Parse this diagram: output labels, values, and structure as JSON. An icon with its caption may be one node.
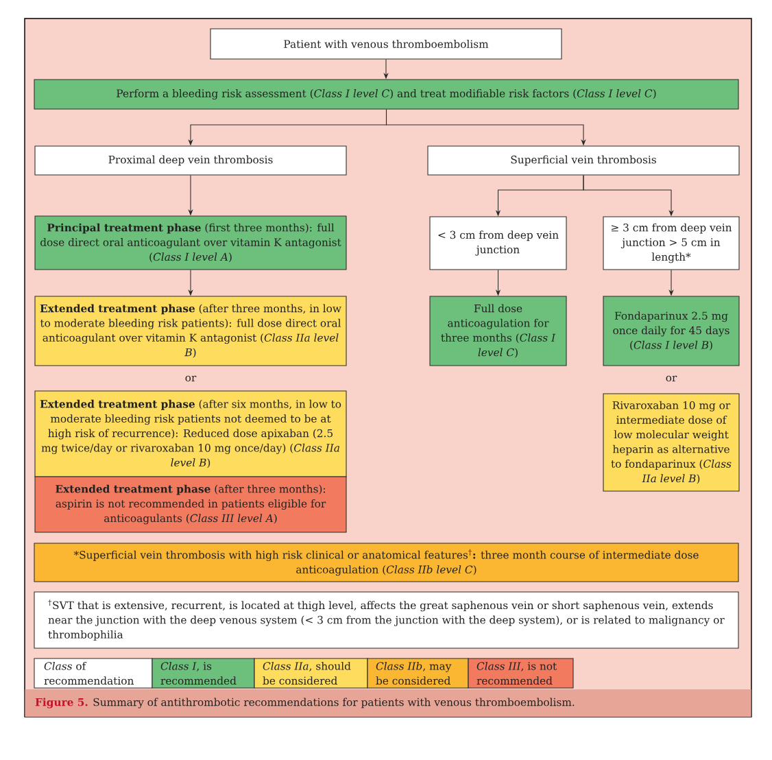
{
  "diagram": {
    "nodes": [
      {
        "text": [
          "Patient with venous thromboembolism"
        ]
      },
      {
        "text": [
          "Perform a bleeding risk assessment (*Class I level C*) and treat modifiable risk factors (*Class I level C*)"
        ]
      },
      {
        "text": [
          "Proximal deep vein thrombosis"
        ]
      },
      {
        "text": [
          "Superficial vein thrombosis"
        ]
      },
      {
        "text": [
          "**Principal treatment phase** (first three months): full dose direct oral anticoagulant over vitamin K antagonist (*Class I level A*)"
        ]
      },
      {
        "text": [
          "**Extended treatment phase** (after three months, in low to moderate bleeding risk patients): full dose direct oral anticoagulant over vitamin K antagonist (*Class IIa level B*)"
        ]
      },
      {
        "text": [
          "**Extended treatment phase** (after six months, in low to moderate bleeding risk patients not deemed to be at high risk of recurrence): Reduced dose apixaban (2.5 mg twice/day or rivaroxaban 10 mg once/day) (*Class IIa level B*)"
        ]
      },
      {
        "text": [
          "**Extended treatment phase** (after three months): aspirin is not recommended in patients eligible for anticoagulants (*Class III level A*)"
        ]
      },
      {
        "text": [
          "< 3 cm from deep vein junction"
        ]
      },
      {
        "text": [
          "≥ 3 cm from deep vein junction > 5 cm in length*"
        ]
      },
      {
        "text": [
          "Full dose anticoagulation for three months (*Class I level C*)"
        ]
      },
      {
        "text": [
          "Fondaparinux 2.5 mg once daily for 45 days (*Class I level B*)"
        ]
      },
      {
        "text": [
          "Rivaroxaban 10 mg or intermediate dose of low molecular weight heparin as alternative to fondaparinux (*Class IIa level B*)"
        ]
      },
      {
        "text": [
          "*Superficial vein thrombosis with high risk clinical or anatomical features$^{†}$**:** three month course of intermediate dose anticoagulation (*Class IIb level C*)"
        ]
      },
      {
        "text": [
          "$^{†}$SVT that is extensive, recurrent, is located at thigh level, affects the great saphenous vein or short saphenous vein, extends near the junction with the deep venous system (< 3 cm from the junction with the deep system), or is related to malignancy or thrombophilia"
        ]
      }
    ],
    "edges": [
      {
        "from": 0,
        "to": 1,
        "arrow": "to"
      },
      {
        "from": 1,
        "to": 2,
        "arrow": "to"
      },
      {
        "from": 1,
        "to": 3,
        "arrow": "to"
      },
      {
        "from": 2,
        "to": 4,
        "arrow": "to"
      },
      {
        "from": 4,
        "to": 5,
        "arrow": "to"
      },
      {
        "from": 3,
        "to": 8,
        "arrow": "to"
      },
      {
        "from": 3,
        "to": 9,
        "arrow": "to"
      },
      {
        "from": 8,
        "to": 10,
        "arrow": "to"
      },
      {
        "from": 9,
        "to": 11,
        "arrow": "to"
      }
    ],
    "labels": [
      "or",
      "or",
      "*Class* of recommendation"
    ],
    "legend": [
      {
        "text": "*Class I*, is recommended",
        "color": "#6dc07c"
      },
      {
        "text": "*Class IIa*, should be considered",
        "color": "#fedc5e"
      },
      {
        "text": "*Class IIb*, may be considered",
        "color": "#fbb731"
      },
      {
        "text": "*Class III*, is not recommended",
        "color": "#f17a5f"
      }
    ],
    "caption": "**Figure 5.** Summary of antithrombotic recommendations for patients with venous thromboembolism."
  }
}
